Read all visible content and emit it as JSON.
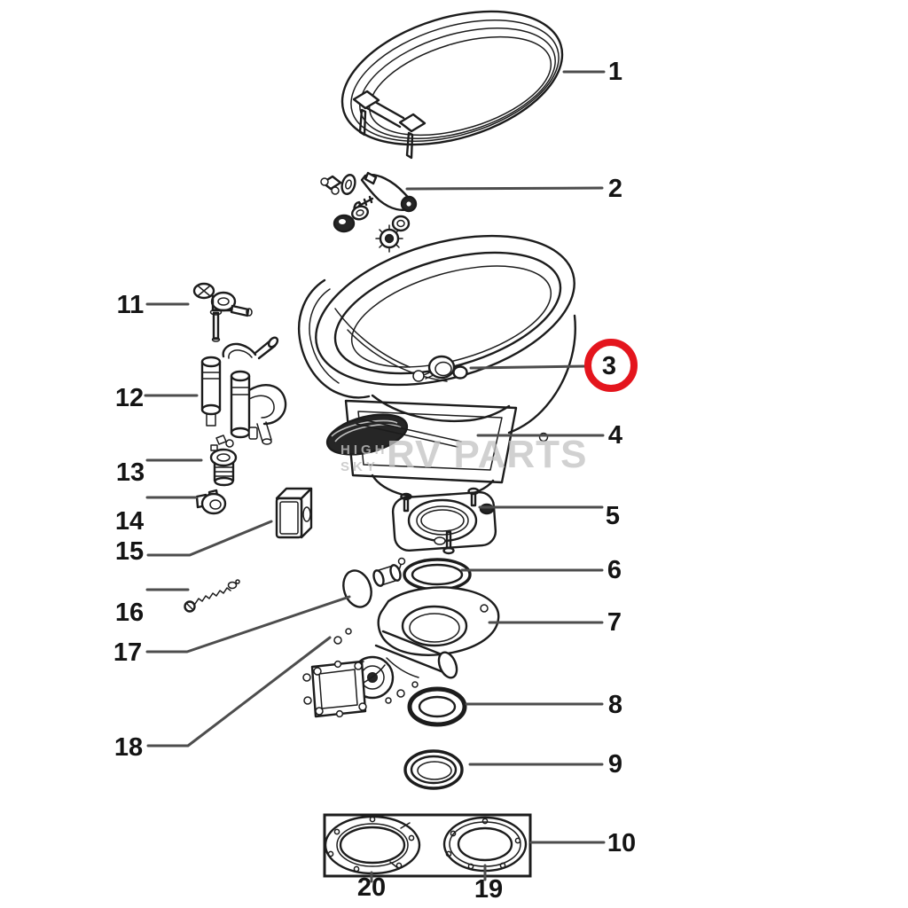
{
  "watermark": {
    "small_top": "HIGH",
    "small_bottom": "SKY",
    "large": "RV PARTS"
  },
  "highlight": {
    "circled_label": "3",
    "color": "#e4151d"
  },
  "callouts": {
    "c1": "1",
    "c2": "2",
    "c3": "3",
    "c4": "4",
    "c5": "5",
    "c6": "6",
    "c7": "7",
    "c8": "8",
    "c9": "9",
    "c10": "10",
    "c11": "11",
    "c12": "12",
    "c13": "13",
    "c14": "14",
    "c15": "15",
    "c16": "16",
    "c17": "17",
    "c18": "18",
    "c19": "19",
    "c20": "20"
  }
}
